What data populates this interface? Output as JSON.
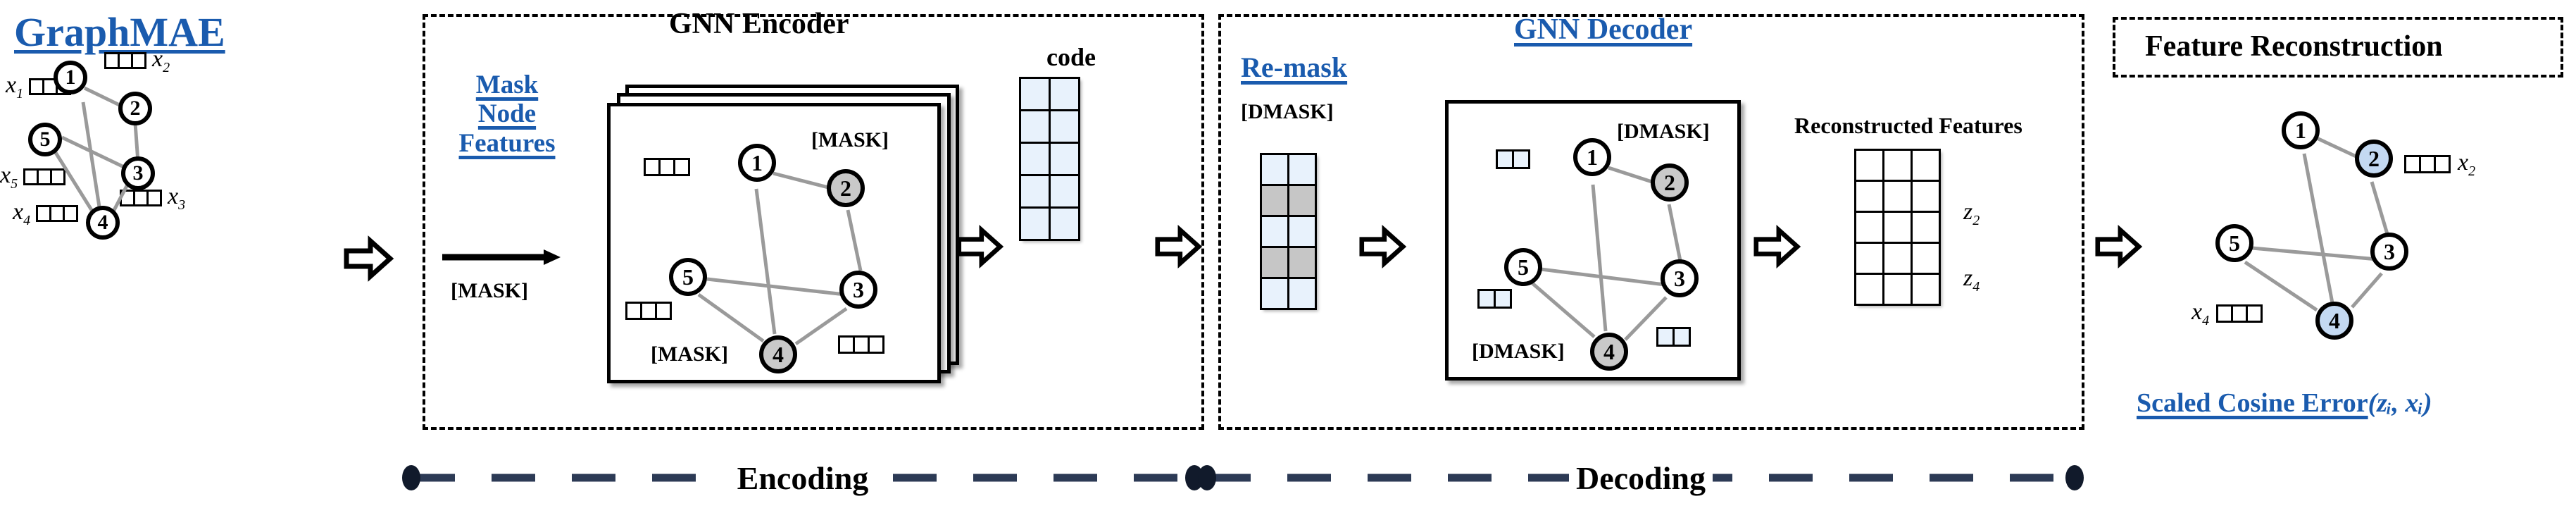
{
  "title": "GraphMAE",
  "input_graph": {
    "name": "input-graph",
    "nodes": [
      {
        "id": "1",
        "label": "1",
        "state": "normal"
      },
      {
        "id": "2",
        "label": "2",
        "state": "normal"
      },
      {
        "id": "3",
        "label": "3",
        "state": "normal"
      },
      {
        "id": "4",
        "label": "4",
        "state": "normal"
      },
      {
        "id": "5",
        "label": "5",
        "state": "normal"
      }
    ],
    "edges": [
      [
        "1",
        "2"
      ],
      [
        "2",
        "3"
      ],
      [
        "1",
        "4"
      ],
      [
        "5",
        "3"
      ],
      [
        "5",
        "4"
      ],
      [
        "3",
        "4"
      ]
    ],
    "feature_labels": [
      "x_1",
      "x_2",
      "x_3",
      "x_4",
      "x_5"
    ],
    "feature_label_1": "x",
    "sub_1": "1",
    "sub_2": "2",
    "sub_3": "3",
    "sub_4": "4",
    "sub_5": "5",
    "feature_cells": 3
  },
  "encoding": {
    "section_name": "encoding-section",
    "mask_title_lines": [
      "Mask",
      "Node",
      "Features"
    ],
    "mask_token": "[MASK]",
    "encoder_title": "GNN Encoder",
    "encoder_graph": {
      "nodes": [
        {
          "id": "1",
          "label": "1",
          "state": "normal"
        },
        {
          "id": "2",
          "label": "2",
          "state": "masked"
        },
        {
          "id": "3",
          "label": "3",
          "state": "normal"
        },
        {
          "id": "4",
          "label": "4",
          "state": "masked"
        },
        {
          "id": "5",
          "label": "5",
          "state": "normal"
        }
      ],
      "mask_labels": [
        "[MASK]",
        "[MASK]"
      ],
      "feature_cells": 3
    },
    "code_title": "code",
    "code_matrix": {
      "rows": 5,
      "cols": 2,
      "fill": "#E8F2FC"
    },
    "rail_label": "Encoding"
  },
  "decoding": {
    "section_name": "decoding-section",
    "remask_title": "Re-mask",
    "dmask_token": "[DMASK]",
    "remask_matrix": {
      "rows": 5,
      "cols": 2,
      "row_states": [
        "normal",
        "masked",
        "normal",
        "masked",
        "normal"
      ],
      "fill": "#E8F2FC",
      "mask_fill": "#C6C6C6"
    },
    "decoder_title": "GNN Decoder",
    "decoder_graph": {
      "nodes": [
        {
          "id": "1",
          "label": "1",
          "state": "normal"
        },
        {
          "id": "2",
          "label": "2",
          "state": "masked"
        },
        {
          "id": "3",
          "label": "3",
          "state": "normal"
        },
        {
          "id": "4",
          "label": "4",
          "state": "masked"
        },
        {
          "id": "5",
          "label": "5",
          "state": "normal"
        }
      ],
      "mask_labels": [
        "[DMASK]",
        "[DMASK]"
      ],
      "feature_cells": 2
    },
    "recon_title": "Reconstructed Features",
    "recon_matrix": {
      "rows": 5,
      "cols": 3,
      "fill": "#FFFFFF"
    },
    "recon_row_labels": [
      {
        "base": "z",
        "sub": "2",
        "row": 2
      },
      {
        "base": "z",
        "sub": "4",
        "row": 4
      }
    ],
    "rail_label": "Decoding"
  },
  "feature_reconstruction": {
    "section_name": "feature-reconstruction-section",
    "title": "Feature Reconstruction",
    "graph": {
      "nodes": [
        {
          "id": "1",
          "label": "1",
          "state": "normal"
        },
        {
          "id": "2",
          "label": "2",
          "state": "recon"
        },
        {
          "id": "3",
          "label": "3",
          "state": "normal"
        },
        {
          "id": "4",
          "label": "4",
          "state": "recon"
        },
        {
          "id": "5",
          "label": "5",
          "state": "normal"
        }
      ],
      "feature_cells": 3
    },
    "label_x2": {
      "base": "x",
      "sub": "2"
    },
    "label_x4": {
      "base": "x",
      "sub": "4"
    },
    "loss_label": "Scaled Cosine Error",
    "loss_args": "(zᵢ, xᵢ)"
  },
  "colors": {
    "accent_blue": "#1A5BAE",
    "node_masked": "#C9C9C9",
    "node_recon": "#C4D9F2",
    "cell_blue": "#E8F2FC",
    "cell_gray": "#C6C6C6",
    "edge_gray": "#9A9A9A",
    "rail_navy": "#2C3A55"
  }
}
